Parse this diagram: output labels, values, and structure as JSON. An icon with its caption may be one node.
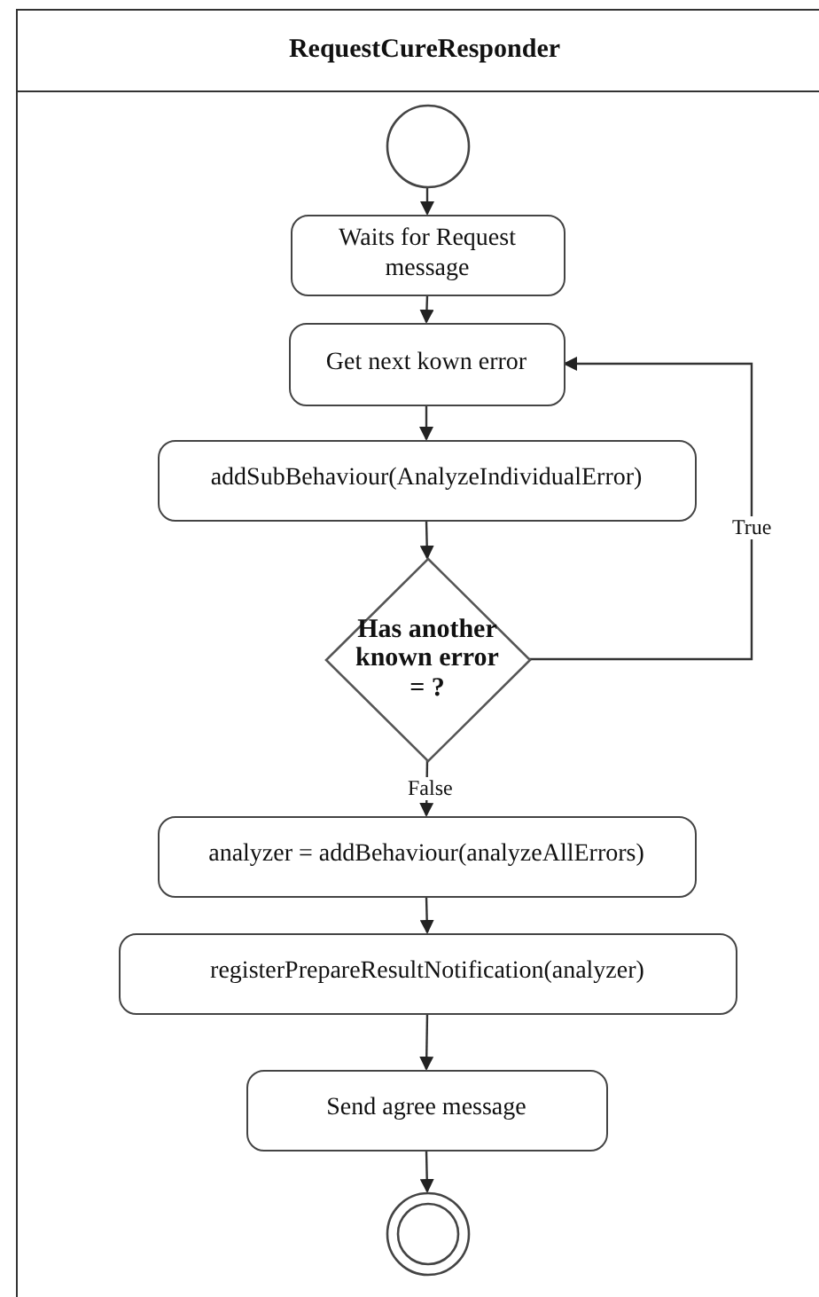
{
  "diagram": {
    "nodes": [
      {
        "text": [
          "RequestCureResponder"
        ]
      },
      {
        "text": [],
        "shape": "circle",
        "in": 0
      },
      {
        "text": [
          "Waits for Request message"
        ],
        "in": 0
      },
      {
        "text": [
          "Get next kown error"
        ],
        "in": 0
      },
      {
        "text": [
          "addSubBehaviour(AnalyzeIndividualError)"
        ],
        "in": 0
      },
      {
        "text": [
          "Has another known error = ?"
        ],
        "in": 0
      },
      {
        "text": [
          "analyzer = addBehaviour(analyzeAllErrors)"
        ],
        "in": 0
      },
      {
        "text": [
          "registerPrepareResultNotification(analyzer)"
        ],
        "in": 0
      },
      {
        "text": [
          "Send agree message"
        ],
        "in": 0
      },
      {
        "text": [],
        "shape": "circle",
        "in": 0
      }
    ],
    "edges": [
      {
        "from": 1,
        "to": 2,
        "arrow": "to"
      },
      {
        "from": 2,
        "to": 3,
        "arrow": "to"
      },
      {
        "from": 3,
        "to": 4,
        "arrow": "to"
      },
      {
        "from": 4,
        "to": 5,
        "arrow": "to"
      },
      {
        "from": 5,
        "to": 3,
        "arrow": "to",
        "label": "True"
      },
      {
        "from": 5,
        "to": 6,
        "arrow": "to",
        "label": "False"
      },
      {
        "from": 6,
        "to": 7,
        "arrow": "to"
      },
      {
        "from": 7,
        "to": 8,
        "arrow": "to"
      },
      {
        "from": 8,
        "to": 9,
        "arrow": "to"
      }
    ]
  }
}
